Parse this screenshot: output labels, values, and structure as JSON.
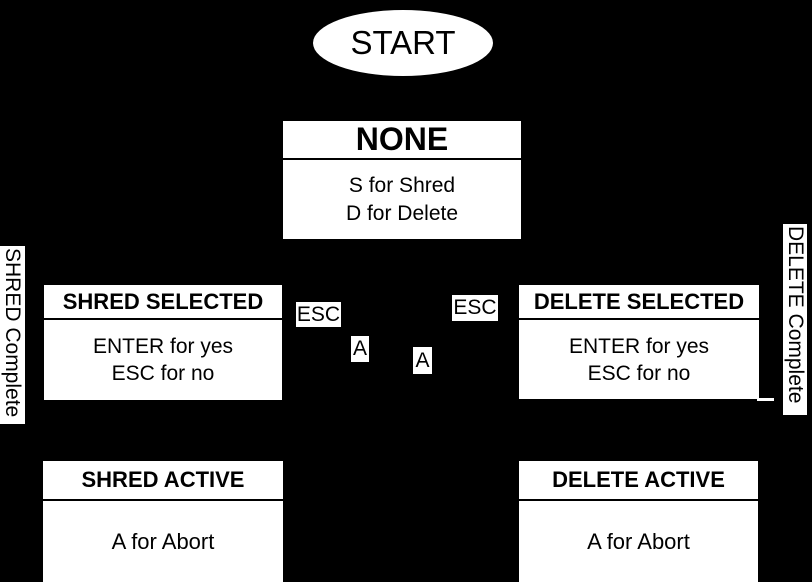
{
  "diagram": {
    "colors": {
      "background": "#000000",
      "node_fill": "#ffffff",
      "text": "#000000"
    },
    "start": {
      "label": "START"
    },
    "nodes": [
      {
        "id": "none",
        "title": "NONE",
        "lines": [
          "S for Shred",
          "D for Delete"
        ]
      },
      {
        "id": "shred-selected",
        "title": "SHRED SELECTED",
        "lines": [
          "ENTER for yes",
          "ESC for no"
        ]
      },
      {
        "id": "delete-selected",
        "title": "DELETE SELECTED",
        "lines": [
          "ENTER for yes",
          "ESC for no"
        ]
      },
      {
        "id": "shred-active",
        "title": "SHRED ACTIVE",
        "lines": [
          "A for Abort"
        ]
      },
      {
        "id": "delete-active",
        "title": "DELETE ACTIVE",
        "lines": [
          "A for Abort"
        ]
      }
    ],
    "edge_labels": [
      {
        "id": "esc-left",
        "text": "ESC"
      },
      {
        "id": "esc-right",
        "text": "ESC"
      },
      {
        "id": "a-left",
        "text": "A"
      },
      {
        "id": "a-right",
        "text": "A"
      }
    ],
    "side_labels": {
      "left": "SHRED Complete",
      "right": "DELETE Complete"
    }
  }
}
